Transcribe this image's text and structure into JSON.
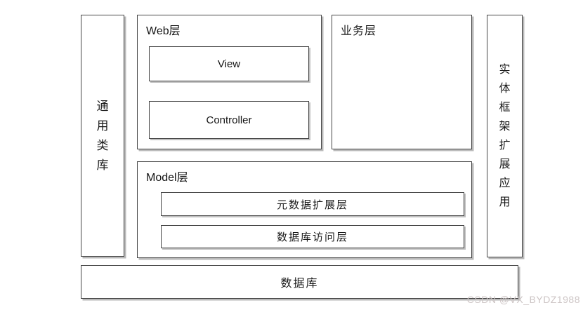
{
  "diagram": {
    "left_column": {
      "label": "通用类库"
    },
    "web_layer": {
      "label": "Web层",
      "view_label": "View",
      "controller_label": "Controller"
    },
    "business_layer": {
      "label": "业务层"
    },
    "right_column": {
      "label": "实体框架扩展应用"
    },
    "model_layer": {
      "label": "Model层",
      "metadata_label": "元数据扩展层",
      "dal_label": "数据库访问层"
    },
    "database": {
      "label": "数据库"
    },
    "watermark": "CSDN @VX_BYDZ1988",
    "colors": {
      "background": "#ffffff",
      "border": "#464646",
      "shadow": "#b9b9b9",
      "text": "#1a1a1a",
      "watermark": "#cdc5c5"
    }
  }
}
